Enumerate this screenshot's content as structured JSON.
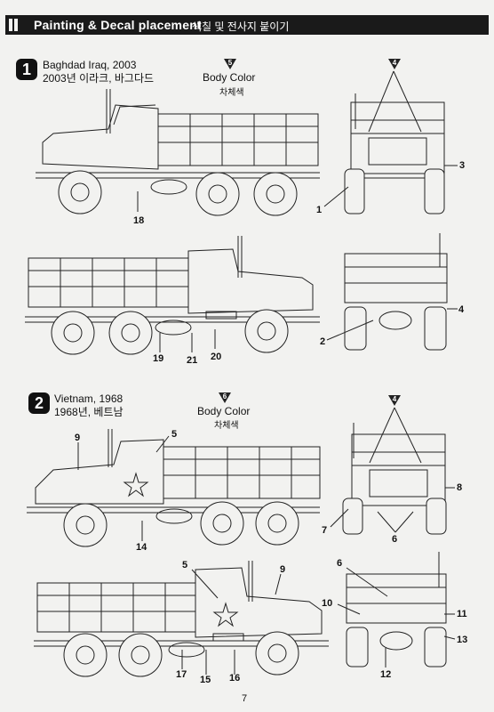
{
  "header": {
    "title": "Painting & Decal placement",
    "subtitle": "색칠 및 전사지 붙이기"
  },
  "section1": {
    "number": "1",
    "title_en": "Baghdad Iraq, 2003",
    "title_kr": "2003년 이라크, 바그다드",
    "body_color": {
      "paint_no": "5",
      "label": "Body Color",
      "label_kr": "차체색"
    },
    "paint_ref_front": "4",
    "callouts": {
      "side_left": [
        "18"
      ],
      "side_right": [
        "19",
        "21",
        "20"
      ],
      "front": [
        "1",
        "3"
      ],
      "rear": [
        "4",
        "2"
      ]
    }
  },
  "section2": {
    "number": "2",
    "title_en": "Vietnam, 1968",
    "title_kr": "1968년, 베트남",
    "body_color": {
      "paint_no": "6",
      "label": "Body Color",
      "label_kr": "차체색"
    },
    "paint_ref_front": "4",
    "callouts": {
      "side_left": [
        "9",
        "5",
        "14"
      ],
      "side_right": [
        "5",
        "9",
        "17",
        "15",
        "16"
      ],
      "front": [
        "8",
        "7",
        "6"
      ],
      "rear": [
        "6",
        "10",
        "11",
        "13",
        "12"
      ]
    }
  },
  "page_number": "7"
}
